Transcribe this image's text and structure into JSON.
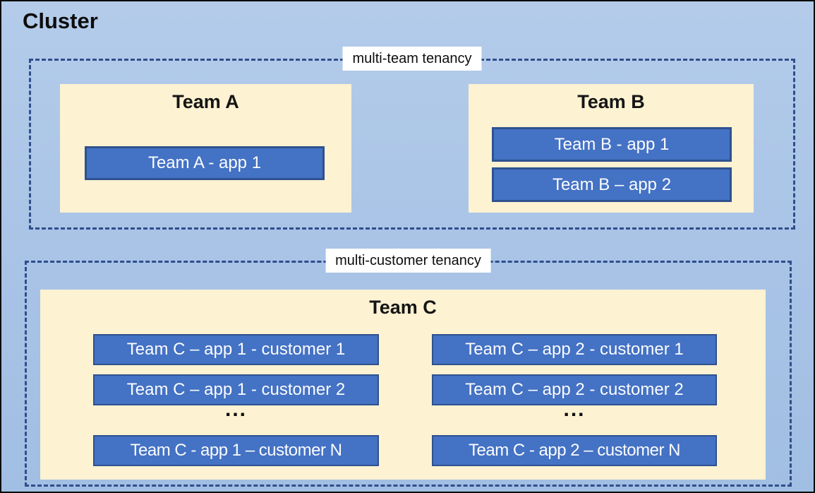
{
  "cluster": {
    "title": "Cluster"
  },
  "colors": {
    "background_top": "#B4CCEA",
    "background_bottom": "#A1BFE3",
    "outer_border": "#0B0B0B",
    "dashed_border": "#2F4E8C",
    "team_box_fill": "#FDF2D2",
    "app_fill": "#4472C4",
    "app_border": "#2F528F",
    "app_text": "#FFFFFF",
    "label_background": "#FFFFFF",
    "title_text": "#0D0D0D"
  },
  "sections": [
    {
      "label": "multi-team tenancy",
      "teams": [
        {
          "name": "Team A",
          "apps": [
            "Team A - app 1"
          ]
        },
        {
          "name": "Team B",
          "apps": [
            "Team B - app 1",
            "Team B – app 2"
          ]
        }
      ]
    },
    {
      "label": "multi-customer tenancy",
      "teams": [
        {
          "name": "Team C",
          "columns": [
            {
              "apps": [
                "Team C – app 1 - customer 1",
                "Team C – app 1 - customer 2",
                "Team C - app 1 – customer N"
              ],
              "ellipsis": "..."
            },
            {
              "apps": [
                "Team C – app 2 - customer 1",
                "Team C – app 2 - customer 2",
                "Team C - app 2 – customer N"
              ],
              "ellipsis": "..."
            }
          ]
        }
      ]
    }
  ]
}
